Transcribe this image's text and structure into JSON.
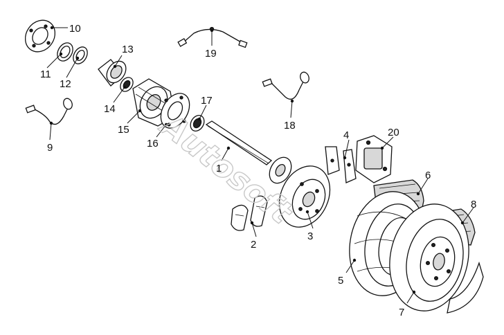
{
  "watermark": "Autosoft",
  "callouts": [
    {
      "id": "1",
      "label": "1"
    },
    {
      "id": "2",
      "label": "2"
    },
    {
      "id": "3",
      "label": "3"
    },
    {
      "id": "4",
      "label": "4"
    },
    {
      "id": "5",
      "label": "5"
    },
    {
      "id": "6",
      "label": "6"
    },
    {
      "id": "7",
      "label": "7"
    },
    {
      "id": "8",
      "label": "8"
    },
    {
      "id": "9",
      "label": "9"
    },
    {
      "id": "10",
      "label": "10"
    },
    {
      "id": "11",
      "label": "11"
    },
    {
      "id": "12",
      "label": "12"
    },
    {
      "id": "13",
      "label": "13"
    },
    {
      "id": "14",
      "label": "14"
    },
    {
      "id": "15",
      "label": "15"
    },
    {
      "id": "16",
      "label": "16"
    },
    {
      "id": "17",
      "label": "17"
    },
    {
      "id": "18",
      "label": "18"
    },
    {
      "id": "19",
      "label": "19"
    },
    {
      "id": "20",
      "label": "20"
    }
  ]
}
